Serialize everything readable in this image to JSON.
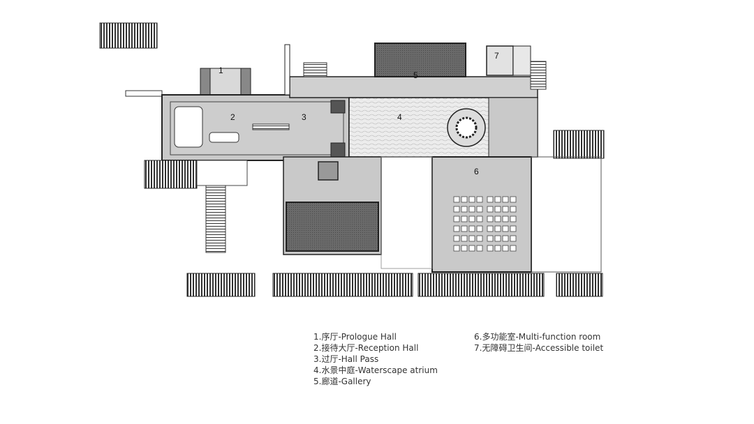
{
  "plan": {
    "room_numbers": [
      "1",
      "2",
      "3",
      "4",
      "5",
      "6",
      "7"
    ]
  },
  "legend": {
    "left": [
      "1.序厅-Prologue Hall",
      "2.接待大厅-Reception Hall",
      "3.过厅-Hall Pass",
      "4.水景中庭-Waterscape atrium",
      "5.廊道-Gallery"
    ],
    "right": [
      "6.多功能室-Multi-function room",
      "7.无障碍卫生间-Accessible toilet"
    ]
  },
  "colors": {
    "floor": "#c8c8c8",
    "dark_fill": "#5a5a5a",
    "wall": "#222222",
    "water": "#e4e4e4",
    "outline": "#555555"
  }
}
